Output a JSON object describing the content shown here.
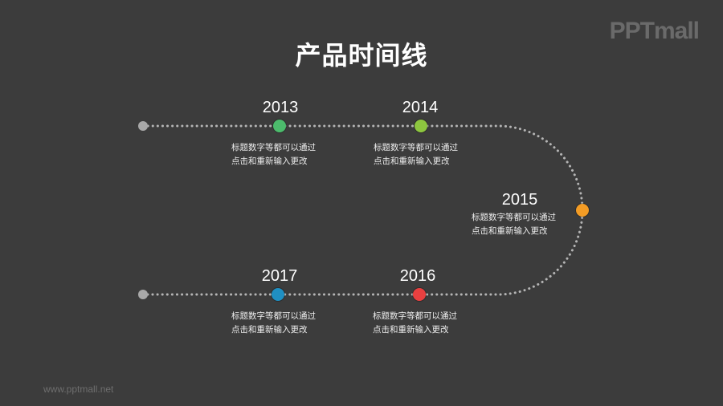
{
  "header": {
    "title": "产品时间线",
    "logo": "PPTmall"
  },
  "footer": {
    "url": "www.pptmall.net"
  },
  "colors": {
    "background": "#3c3c3c",
    "track": "#b5b5b5",
    "endpoint": "#a9a9a9"
  },
  "timeline": [
    {
      "year": "2013",
      "line1": "标题数字等都可以通过",
      "line2": "点击和重新输入更改",
      "color": "#4cbb6c"
    },
    {
      "year": "2014",
      "line1": "标题数字等都可以通过",
      "line2": "点击和重新输入更改",
      "color": "#8dc63f"
    },
    {
      "year": "2015",
      "line1": "标题数字等都可以通过",
      "line2": "点击和重新输入更改",
      "color": "#f39c25"
    },
    {
      "year": "2016",
      "line1": "标题数字等都可以通过",
      "line2": "点击和重新输入更改",
      "color": "#e84040"
    },
    {
      "year": "2017",
      "line1": "标题数字等都可以通过",
      "line2": "点击和重新输入更改",
      "color": "#1f8fc2"
    }
  ]
}
